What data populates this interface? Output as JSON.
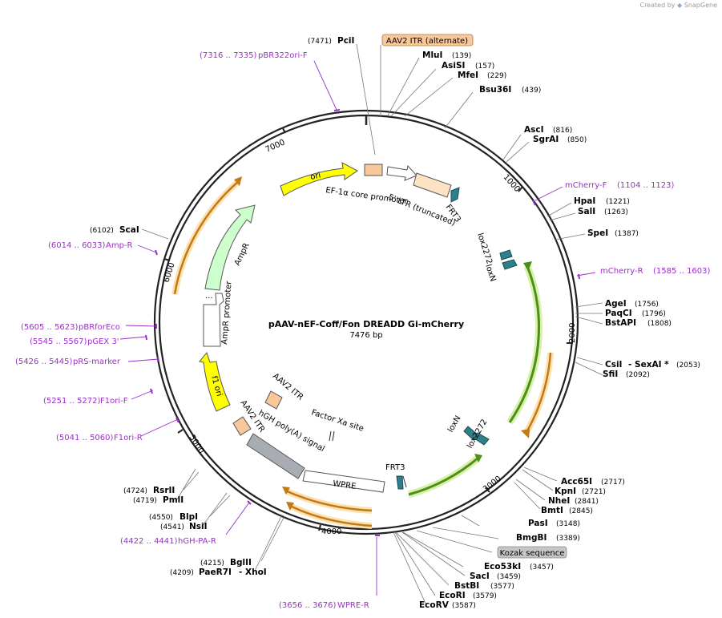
{
  "brand": {
    "created_by": "Created by",
    "name": "SnapGene"
  },
  "plasmid": {
    "name": "pAAV-nEF-Coff/Fon DREADD Gi-mCherry",
    "length_label": "7476 bp",
    "total_bp": 7476
  },
  "ticks": [
    "1000",
    "2000",
    "3000",
    "4000",
    "5000",
    "6000",
    "7000"
  ],
  "sites": [
    {
      "name": "PciI",
      "pos": "(7471)",
      "side": "left"
    },
    {
      "name": "MluI",
      "pos": "(139)",
      "side": "right"
    },
    {
      "name": "AsiSI",
      "pos": "(157)",
      "side": "right"
    },
    {
      "name": "MfeI",
      "pos": "(229)",
      "side": "right"
    },
    {
      "name": "Bsu36I",
      "pos": "(439)",
      "side": "right"
    },
    {
      "name": "AscI",
      "pos": "(816)",
      "side": "right"
    },
    {
      "name": "SgrAI",
      "pos": "(850)",
      "side": "right"
    },
    {
      "name": "HpaI",
      "pos": "(1221)",
      "side": "right"
    },
    {
      "name": "SalI",
      "pos": "(1263)",
      "side": "right"
    },
    {
      "name": "SpeI",
      "pos": "(1387)",
      "side": "right"
    },
    {
      "name": "AgeI",
      "pos": "(1756)",
      "side": "right"
    },
    {
      "name": "PaqCI",
      "pos": "(1796)",
      "side": "right"
    },
    {
      "name": "BstAPI",
      "pos": "(1808)",
      "side": "right"
    },
    {
      "name": "CsiI",
      "pos": "",
      "side": "right"
    },
    {
      "name": "- SexAI *",
      "pos": "(2053)",
      "side": "right"
    },
    {
      "name": "SfiI",
      "pos": "(2092)",
      "side": "right"
    },
    {
      "name": "Acc65I",
      "pos": "(2717)",
      "side": "right"
    },
    {
      "name": "KpnI",
      "pos": "(2721)",
      "side": "right"
    },
    {
      "name": "NheI",
      "pos": "(2841)",
      "side": "right"
    },
    {
      "name": "BmtI",
      "pos": "(2845)",
      "side": "right"
    },
    {
      "name": "PasI",
      "pos": "(3148)",
      "side": "right"
    },
    {
      "name": "BmgBI",
      "pos": "(3389)",
      "side": "right"
    },
    {
      "name": "Eco53kI",
      "pos": "(3457)",
      "side": "right"
    },
    {
      "name": "SacI",
      "pos": "(3459)",
      "side": "right"
    },
    {
      "name": "BstBI",
      "pos": "(3577)",
      "side": "right"
    },
    {
      "name": "EcoRI",
      "pos": "(3579)",
      "side": "right"
    },
    {
      "name": "EcoRV",
      "pos": "(3587)",
      "side": "right"
    },
    {
      "name": "BglII",
      "pos": "(4215)",
      "side": "left"
    },
    {
      "name": "PaeR7I",
      "pos": "(4209)",
      "side": "left"
    },
    {
      "name": "- XhoI",
      "pos": "",
      "side": "right"
    },
    {
      "name": "BlpI",
      "pos": "(4550)",
      "side": "left"
    },
    {
      "name": "NsiI",
      "pos": "(4541)",
      "side": "left"
    },
    {
      "name": "RsrII",
      "pos": "(4724)",
      "side": "left"
    },
    {
      "name": "PmlI",
      "pos": "(4719)",
      "side": "left"
    },
    {
      "name": "ScaI",
      "pos": "(6102)",
      "side": "left"
    }
  ],
  "primers": [
    {
      "name": "pBR322ori-F",
      "range": "(7316 .. 7335)",
      "side": "left"
    },
    {
      "name": "mCherry-F",
      "range": "(1104 .. 1123)",
      "side": "right"
    },
    {
      "name": "mCherry-R",
      "range": "(1585 .. 1603)",
      "side": "right"
    },
    {
      "name": "WPRE-R",
      "range": "(3656 .. 3676)",
      "side": "left"
    },
    {
      "name": "hGH-PA-R",
      "range": "(4422 .. 4441)",
      "side": "left"
    },
    {
      "name": "F1ori-R",
      "range": "(5041 .. 5060)",
      "side": "left"
    },
    {
      "name": "F1ori-F",
      "range": "(5251 .. 5272)",
      "side": "left"
    },
    {
      "name": "pRS-marker",
      "range": "(5426 .. 5445)",
      "side": "left"
    },
    {
      "name": "pGEX 3'",
      "range": "(5545 .. 5567)",
      "side": "left"
    },
    {
      "name": "pBRforEco",
      "range": "(5605 .. 5623)",
      "side": "left"
    },
    {
      "name": "Amp-R",
      "range": "(6014 .. 6033)",
      "side": "left"
    }
  ],
  "boxed": [
    {
      "name": "AAV2 ITR (alternate)",
      "color": "#f8c79a"
    },
    {
      "name": "Kozak sequence",
      "color": "#c6c6c6"
    }
  ],
  "features": {
    "ori": "ori",
    "ef1a": "EF-1α core promoter",
    "ltr": "5' LTR (truncated)",
    "frt3_a": "FRT3",
    "frt3_b": "FRT3",
    "lox2272_a": "lox2272",
    "loxn_a": "loxN",
    "loxn_b": "loxN",
    "lox2272_b": "lox2272",
    "ampr": "AmpR",
    "ampr_promoter": "AmpR promoter",
    "f1ori": "f1 ori",
    "aav2itr_a": "AAV2 ITR",
    "aav2itr_b": "AAV2 ITR",
    "factor_xa": "Factor Xa site",
    "hgh": "hGH poly(A) signal",
    "wpre": "WPRE",
    "ellipsis": "..."
  },
  "colors": {
    "backbone": "#222222",
    "ori": "#ffff00",
    "ampr": "#ccffcc",
    "itr": "#f8c79a",
    "ltr": "#fde2c4",
    "frt": "#2f7f8a",
    "hgh": "#a7adb3",
    "gi": "#90c53f",
    "mcherry_rev": "#f0b450",
    "primer": "#9b2fc7"
  }
}
